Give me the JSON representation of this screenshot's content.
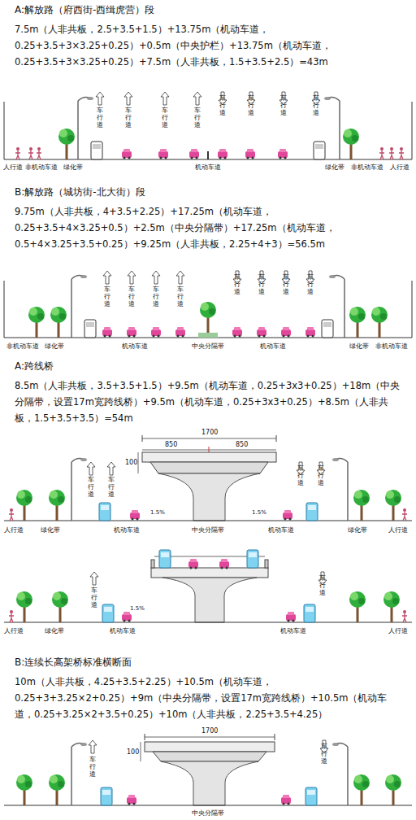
{
  "diagram": {
    "labels": [
      "A:解放路（府西街-西缉虎营）段",
      "7.5m（人非共板，2.5+3.5+1.5）+13.75m（机动车道，0.25+3.5+3×3.25+0.25）+0.5m（中央护栏）+13.75m（机动车道，0.25+3.5+3×3.25+0.25）+7.5m（人非共板，1.5+3.5+2.5）=43m",
      "人行道",
      "非机动车道",
      "绿化带",
      "机动车道",
      "绿化带",
      "非机动车道",
      "人行道",
      "车行道",
      "车行道",
      "车行道",
      "车行道",
      "车行道",
      "车行道",
      "车行道",
      "车行道",
      "B:解放路（城坊街-北大街）段",
      "9.75m（人非共板，4+3.5+2.25）+17.25m（机动车道，0.25+3.5+4×3.25+0.5）+2.5m（中央分隔带）+17.25m（机动车道，0.5+4×3.25+3.5+0.25）+9.25m（人非共板，2.25+4+3）=56.5m",
      "非机动车道",
      "绿化带",
      "机动车道",
      "中央分隔带",
      "机动车道",
      "绿化带",
      "非机动车道",
      "车行道",
      "车行道",
      "车行道",
      "车行道",
      "车行道",
      "车行道",
      "车行道",
      "车行道",
      "A:跨线桥",
      "8.5m（人非共板，3.5+3.5+1.5）+9.5m（机动车道，0.25+3x3+0.25）+18m（中央分隔带，设置17m宽跨线桥）+9.5m（机动车道，0.25+3x3+0.25）+8.5m（人非共板，1.5+3.5+3.5）=54m",
      "1700",
      "850",
      "850",
      "100",
      "1.5%",
      "1.5%",
      "人行道",
      "绿化带",
      "机动车道",
      "中央分隔带",
      "机动车道",
      "绿化带",
      "人行道",
      "车行道",
      "车行道",
      "车行道",
      "车行道",
      "人行道",
      "绿化带",
      "机动车道",
      "机动车道",
      "人行道",
      "1.5%",
      "车行道",
      "车行道",
      "B:连续长高架桥标准横断面",
      "10m（人非共板，4.25+3.5+2.25）+10.5m（机动车道，0.25+3+3.25×2+0.25）+9m（中央分隔带，设置17m宽跨线桥）+10.5m（机动车道，0.25+3.25×2+3.5+0.25）+10m（人非共板，2.25+3.5+4.25）",
      "1700",
      "100",
      "中央分隔带",
      "车行道",
      "车行道"
    ]
  }
}
